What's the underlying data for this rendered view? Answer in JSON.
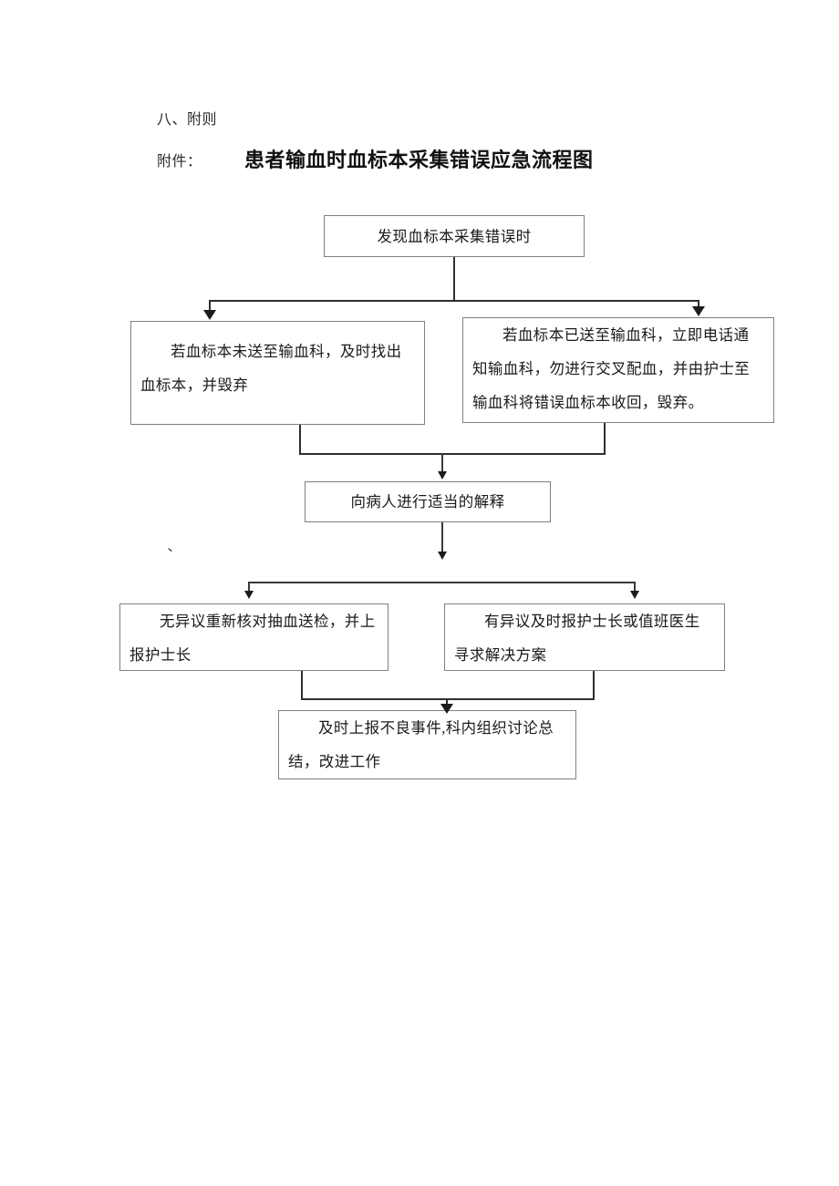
{
  "document": {
    "section_heading": "八、附则",
    "attachment_label": "附件：",
    "attachment_title": "患者输血时血标本采集错误应急流程图",
    "stray_mark": "、"
  },
  "flowchart": {
    "type": "flowchart",
    "orientation": "top-to-bottom",
    "nodes": [
      {
        "id": "start",
        "label": "发现血标本采集错误时"
      },
      {
        "id": "not_sent",
        "label": "若血标本未送至输血科，及时找出血标本，并毁弃"
      },
      {
        "id": "already_sent",
        "label": "若血标本已送至输血科，立即电话通知输血科，勿进行交叉配血，并由护士至输血科将错误血标本收回，毁弃。"
      },
      {
        "id": "explain",
        "label": "向病人进行适当的解释"
      },
      {
        "id": "no_dispute",
        "label": "无异议重新核对抽血送检，并上报护士长"
      },
      {
        "id": "dispute",
        "label": "有异议及时报护士长或值班医生寻求解决方案"
      },
      {
        "id": "report",
        "label": "及时上报不良事件,科内组织讨论总结，改进工作"
      }
    ],
    "edges": [
      {
        "from": "start",
        "to": "not_sent",
        "style": "split"
      },
      {
        "from": "start",
        "to": "already_sent",
        "style": "split"
      },
      {
        "from": "not_sent",
        "to": "explain",
        "style": "merge"
      },
      {
        "from": "already_sent",
        "to": "explain",
        "style": "merge"
      },
      {
        "from": "explain",
        "to": "no_dispute",
        "style": "split"
      },
      {
        "from": "explain",
        "to": "dispute",
        "style": "split"
      },
      {
        "from": "no_dispute",
        "to": "report",
        "style": "merge"
      },
      {
        "from": "dispute",
        "to": "report",
        "style": "merge"
      }
    ],
    "colors": {
      "box_border": "#808080",
      "connector": "#2f2f2f",
      "background": "#ffffff",
      "text": "#1a1a1a"
    }
  }
}
